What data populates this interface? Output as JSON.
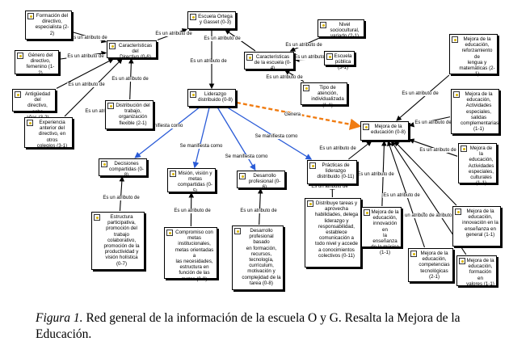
{
  "nodes": [
    {
      "id": "n1",
      "text": "Formación del\ndirectivo,\nespecialista (2-2)"
    },
    {
      "id": "n2",
      "text": "Escuela Ortega\ny Gasset (0-3)"
    },
    {
      "id": "n3",
      "text": "Nivel sociocultural,\nvariado (2-1)"
    },
    {
      "id": "n4",
      "text": "Características del\nDirectivo (0-6)"
    },
    {
      "id": "n5",
      "text": "Género del\ndirectivo,\nfemenino (1-2)"
    },
    {
      "id": "n6",
      "text": "Características\nde la escuela (0-4)"
    },
    {
      "id": "n7",
      "text": "Escuela\npública (3-1)"
    },
    {
      "id": "n8",
      "text": "Mejora de la\neducación,\nreforzamiento de\nlengua y\nmatemáticas (2-1)"
    },
    {
      "id": "n9",
      "text": "Antigüedad del\ndirectivo, ocho\naños (3-2)"
    },
    {
      "id": "n10",
      "text": "Tipo de atención,\nindividualizada\n(1-1)"
    },
    {
      "id": "n11",
      "text": "Liderazgo\ndistribuido (0-8)"
    },
    {
      "id": "n12",
      "text": "Distribución del\ntrabajo,\norganización\nflexible (2-1)"
    },
    {
      "id": "n13",
      "text": "Experiencia\nanterior del\ndirectivo, en otros\ncolegios (3-1)"
    },
    {
      "id": "n14",
      "text": "Mejora de la\neducación,\nActividades\nespeciales, salidas\ncomplementarias\n(1-1)"
    },
    {
      "id": "n15",
      "text": "Mejora de la\neducación (0-8)"
    },
    {
      "id": "n16",
      "text": "Mejora de la\neducación,\nActividades\nespeciales,\nculturales (1-1)"
    },
    {
      "id": "n17",
      "text": "Decisiones\ncompartidas (0-8)"
    },
    {
      "id": "n18",
      "text": "Misión, visión y\nmetas\ncompartidas (0-5)"
    },
    {
      "id": "n19",
      "text": "Desarrollo\nprofesional (0-6)"
    },
    {
      "id": "n20",
      "text": "Prácticas de\nliderazgo\ndistribuido (0-11)"
    },
    {
      "id": "n21",
      "text": "Mejora de la\neducación,\ninnovación en la\nenseñanza en\ngeneral (1-1)"
    },
    {
      "id": "n22",
      "text": "Estructura\nparticipativa,\npromoción del\ntrabajo\ncolaborativo,\npromoción de la\nproductividad y\nvisión holística\n(0-7)"
    },
    {
      "id": "n23",
      "text": "Compromiso con\nmetas\ninstitucionales,\nmetas orientadas a\nlas necesidades,\nestructura en\nfunción de las\nmetas (0-8)"
    },
    {
      "id": "n24",
      "text": "Desarrollo\nprofesional basado\nen formación,\nrecursos,\ntecnología,\ncurrículum,\nmotivación y\ncomplejidad de la\ntarea (0-8)"
    },
    {
      "id": "n25",
      "text": "Distribuye tareas y\naprovecha\nhabilidades, delega\nliderazgo y\nresponsabilidad,\nestablece\ncomunicación a\ntodo nivel y accede\na conocimientos\ncolectivos (0-11)"
    },
    {
      "id": "n26",
      "text": "Mejora de la\neducación,\ninnovación en\nla enseñanza\nde la música\n(1-1)"
    },
    {
      "id": "n27",
      "text": "Mejora de la\neducación,\ncompetencias\ntecnológicas\n(2-1)"
    },
    {
      "id": "n28",
      "text": "Mejora de la\neducación,\nformación en\nvalores (1-1)"
    }
  ],
  "links": [
    {
      "id": "e1",
      "text": "Es un atributo de"
    },
    {
      "id": "e2",
      "text": "Es un atributo de"
    },
    {
      "id": "e3",
      "text": "Es un atributo de"
    },
    {
      "id": "e4",
      "text": "Es un atributo de"
    },
    {
      "id": "e5",
      "text": "Es un atributo de"
    },
    {
      "id": "e6",
      "text": "Es un atributo de"
    },
    {
      "id": "e7",
      "text": "Es un atributo de"
    },
    {
      "id": "e8",
      "text": "Es un atributo de"
    },
    {
      "id": "e9",
      "text": "Es un atributo de"
    },
    {
      "id": "e10",
      "text": "Es un atributo de"
    },
    {
      "id": "e11",
      "text": "Se manifiesta como"
    },
    {
      "id": "e12",
      "text": "Se manifiesta como"
    },
    {
      "id": "e13",
      "text": "Se manifiesta como"
    },
    {
      "id": "e14",
      "text": "Se manifiesta como"
    },
    {
      "id": "e15",
      "text": "Genera"
    },
    {
      "id": "e16",
      "text": "Es un atributo de"
    },
    {
      "id": "e17",
      "text": "Es un atributo de"
    },
    {
      "id": "e18",
      "text": "Es un atributo de"
    },
    {
      "id": "e19",
      "text": "Es un atributo de"
    },
    {
      "id": "e20",
      "text": "Es un atributo de"
    },
    {
      "id": "e21",
      "text": "Es un atributo de"
    },
    {
      "id": "e22",
      "text": "Es un atributo de"
    },
    {
      "id": "e23",
      "text": "Es un atributo de"
    },
    {
      "id": "e24",
      "text": "Es un atributo de"
    },
    {
      "id": "e25",
      "text": "Es un atributo de"
    },
    {
      "id": "e26",
      "text": "Es un atributo de"
    },
    {
      "id": "e27",
      "text": "Es un atributo de"
    },
    {
      "id": "e28",
      "text": "Es un atributo de"
    }
  ],
  "caption": {
    "label": "Figura 1.",
    "text": " Red general de la información de la escuela O y G. Resalta la Mejora de la Educación."
  },
  "colors": {
    "blue_edge": "#2a5bd7",
    "orange_edge": "#f07c12",
    "node_icon": "#d9b400"
  }
}
